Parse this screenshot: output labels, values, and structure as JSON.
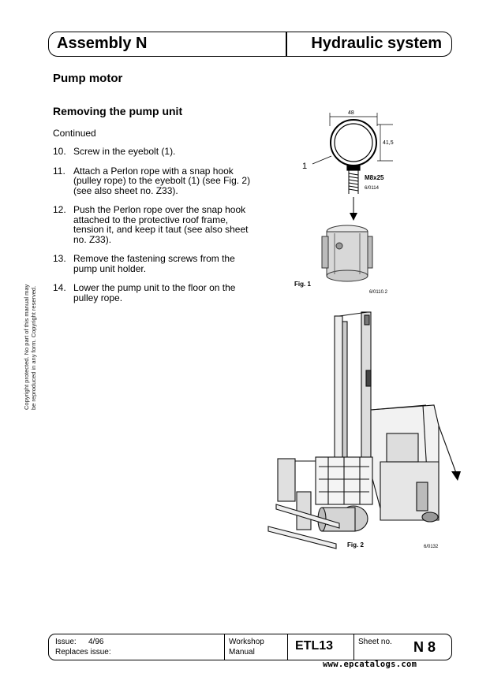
{
  "header": {
    "assembly": "Assembly N",
    "system": "Hydraulic system"
  },
  "section_title": "Pump motor",
  "sub_title": "Removing the pump unit",
  "continued": "Continued",
  "steps": [
    {
      "num": "10.",
      "text": "Screw in the eyebolt (1)."
    },
    {
      "num": "11.",
      "text": "Attach a Perlon rope with a snap hook (pulley rope) to the eyebolt (1) (see Fig. 2) (see also sheet no. Z33)."
    },
    {
      "num": "12.",
      "text": "Push the Perlon rope over the snap hook attached to the protective roof frame, tension it, and keep it taut (see also sheet no. Z33)."
    },
    {
      "num": "13.",
      "text": "Remove the fastening screws from the pump unit holder."
    },
    {
      "num": "14.",
      "text": "Lower the pump unit to the floor on the pulley rope."
    }
  ],
  "copyright": "Copyright protected. No part of this manual may be reproduced in any form. Copyright reserved.",
  "fig1": {
    "dim_width": "48",
    "dim_height": "41,5",
    "callout": "1",
    "bolt_label": "M8x25",
    "code_top": "6/0114",
    "label": "Fig. 1",
    "code_bottom": "6/0110.2"
  },
  "fig2": {
    "label": "Fig. 2",
    "code": "6/0132"
  },
  "footer": {
    "issue_label": "Issue:",
    "issue_value": "4/96",
    "replaces_label": "Replaces issue:",
    "doc_type_line1": "Workshop",
    "doc_type_line2": "Manual",
    "model": "ETL13",
    "sheet_label": "Sheet no.",
    "sheet_value": "N 8"
  },
  "watermark": "www.epcatalogs.com"
}
